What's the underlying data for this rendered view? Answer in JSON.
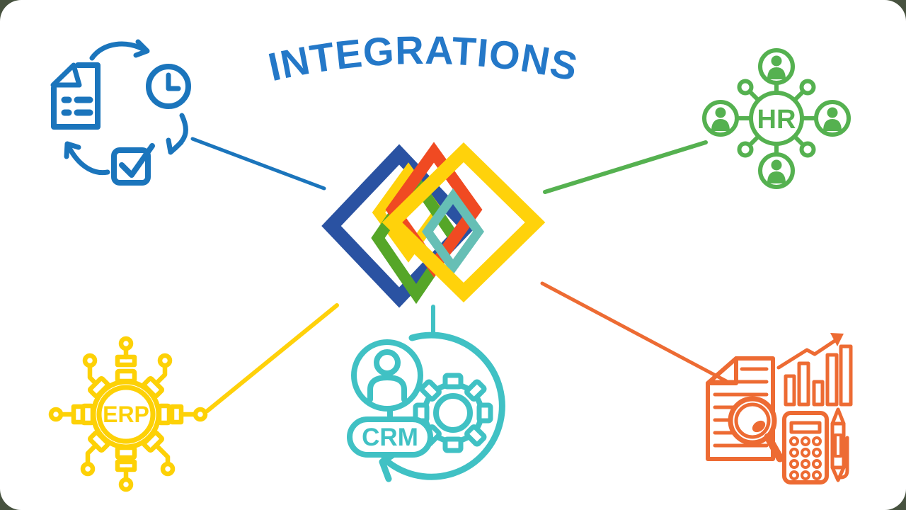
{
  "title": {
    "text": "INTEGRATIONS",
    "color": "#2478c8"
  },
  "hub": {
    "name": "interlocking-squares-logo",
    "colors": {
      "blue": "#2a52a2",
      "red": "#f04a22",
      "yellow": "#ffd20b",
      "green": "#55a628",
      "teal": "#66bfb5"
    }
  },
  "nodes": {
    "workflow": {
      "position": "top-left",
      "color": "#1b75bc",
      "icon": "document-clock-checkbox-cycle-icon"
    },
    "hr": {
      "position": "top-right",
      "color": "#55b150",
      "icon": "people-network-icon",
      "label": "HR"
    },
    "erp": {
      "position": "bottom-left",
      "color": "#fdd106",
      "icon": "connected-gear-icon",
      "label": "ERP"
    },
    "crm": {
      "position": "bottom-center",
      "color": "#40c1c4",
      "icon": "customer-gear-sync-icon",
      "label": "CRM"
    },
    "finance": {
      "position": "bottom-right",
      "color": "#ed6b33",
      "icon": "report-analysis-icon"
    }
  },
  "connectors": [
    {
      "from": "hub",
      "to": "workflow",
      "color": "#1b75bc"
    },
    {
      "from": "hub",
      "to": "hr",
      "color": "#55b150"
    },
    {
      "from": "hub",
      "to": "erp",
      "color": "#ffd10a"
    },
    {
      "from": "hub",
      "to": "crm",
      "color": "#40c1c4"
    },
    {
      "from": "hub",
      "to": "finance",
      "color": "#ed6b33"
    }
  ]
}
